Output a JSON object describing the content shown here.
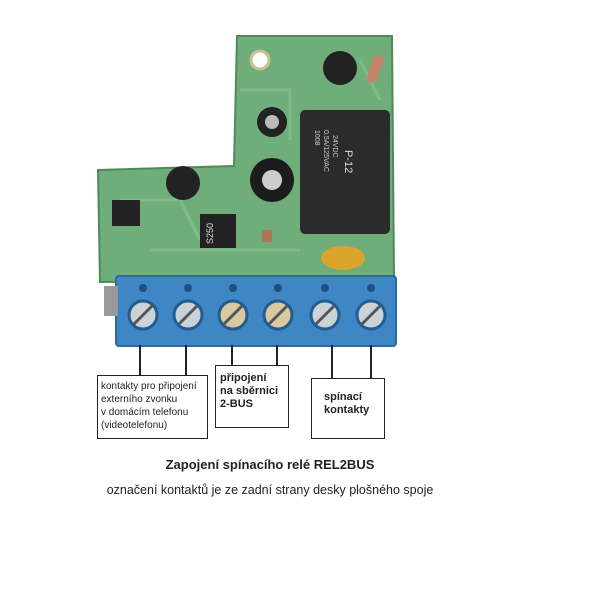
{
  "board": {
    "relay_label": [
      "P-12",
      "24VDC",
      "0.5A/125VAC",
      "1008"
    ],
    "rectifier_label": "S250"
  },
  "labels": {
    "doorbell_contacts": [
      "kontakty pro připojení",
      "externího zvonku",
      "v domácím telefonu",
      "(videotelefonu)"
    ],
    "bus_connection": [
      "připojení",
      "na sběrnici",
      "2-BUS"
    ],
    "switching_contacts": [
      "spínací",
      "kontakty"
    ]
  },
  "caption": {
    "title": "Zapojení spínacího relé REL2BUS",
    "subtitle": "označení kontaktů je ze zadní strany desky plošného spoje"
  },
  "colors": {
    "pcb": "#6fae7a",
    "terminal": "#3f86c4",
    "relay": "#2b2b2b"
  }
}
